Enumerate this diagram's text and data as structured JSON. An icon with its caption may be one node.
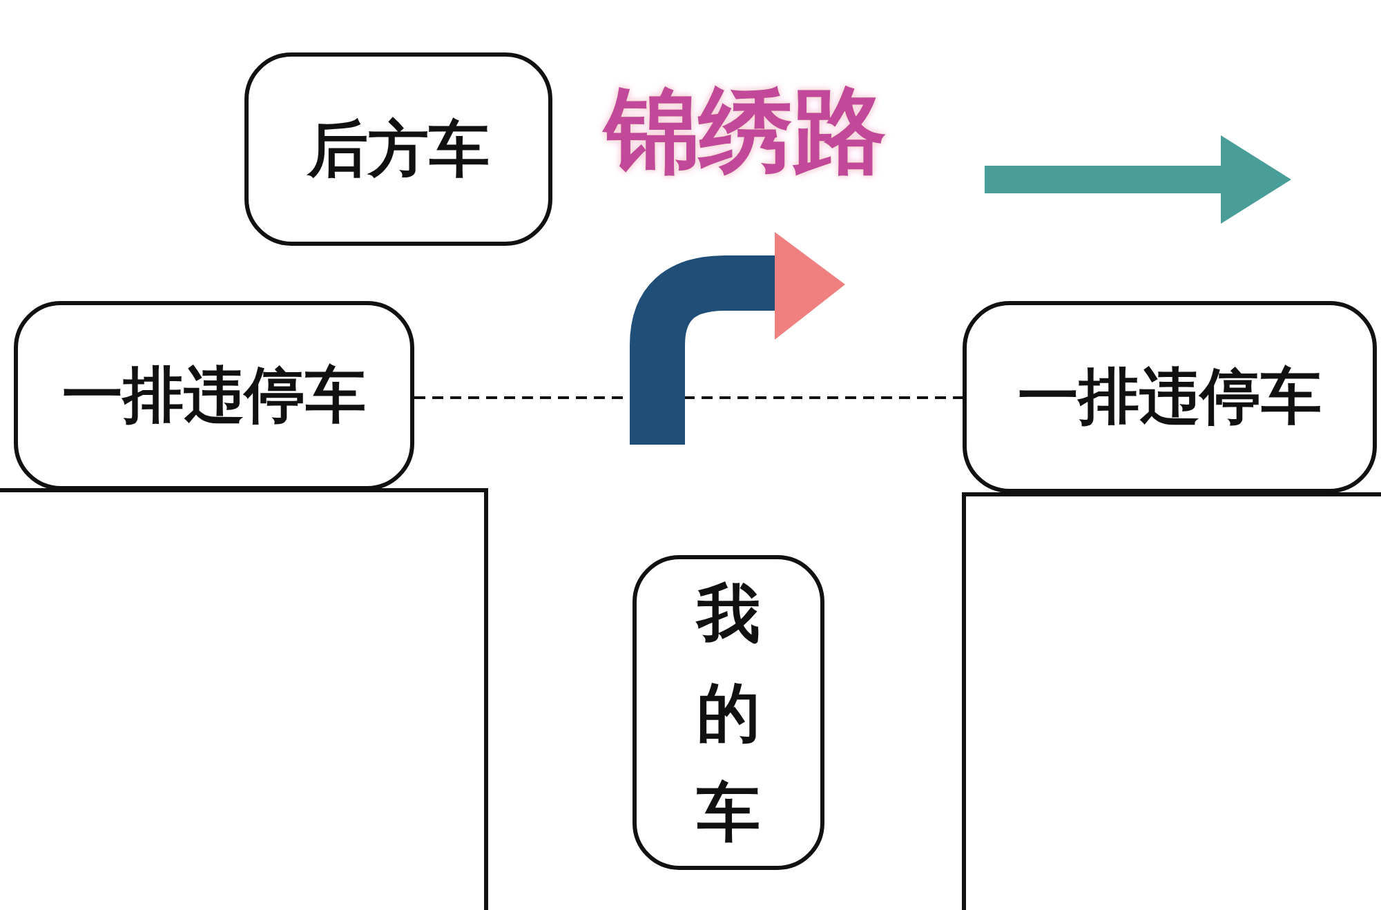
{
  "diagram": {
    "nodes": [
      {
        "text": [
          "后方车"
        ]
      },
      {
        "text": [
          "一排违停车"
        ]
      },
      {
        "text": [
          "一排违停车"
        ]
      },
      {
        "text": [
          "我的车"
        ]
      },
      {
        "text": [],
        "shape": "box"
      },
      {
        "text": [],
        "shape": "box"
      }
    ],
    "edges": [
      {
        "from": 1,
        "to": 2,
        "arrow": "none",
        "style": "dashed"
      }
    ],
    "labels": [
      "锦绣路"
    ]
  }
}
